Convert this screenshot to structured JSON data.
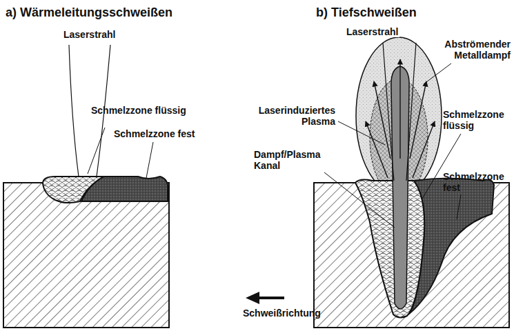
{
  "diagram": {
    "labels": [
      "a) Wärmeleitungsschweißen",
      "b) Tiefschweißen",
      "Laserstrahl",
      "Schmelzzone flüssig",
      "Schmelzzone fest",
      "Laserstrahl",
      "Abströmender Metalldampf",
      "Laserinduziertes Plasma",
      "Schmelzzone flüssig",
      "Dampf/Plasma Kanal",
      "Schmelzzone fest",
      "Schweißrichtung"
    ]
  }
}
